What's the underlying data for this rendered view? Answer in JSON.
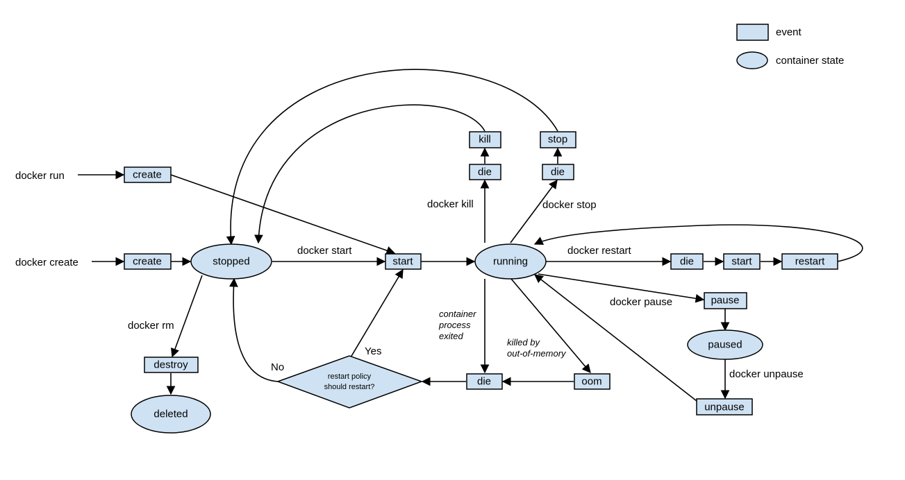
{
  "legend": {
    "event": "event",
    "container_state": "container state"
  },
  "states": {
    "stopped": "stopped",
    "running": "running",
    "paused": "paused",
    "deleted": "deleted"
  },
  "events": {
    "create_run": "create",
    "create_create": "create",
    "start_main": "start",
    "kill": "kill",
    "die_kill": "die",
    "stop": "stop",
    "die_stop": "die",
    "die_restart": "die",
    "start_restart": "start",
    "restart": "restart",
    "pause": "pause",
    "unpause": "unpause",
    "destroy": "destroy",
    "die_exit": "die",
    "oom": "oom"
  },
  "decision": {
    "line1": "restart policy",
    "line2": "should restart?"
  },
  "labels": {
    "docker_run": "docker run",
    "docker_create": "docker create",
    "docker_start": "docker start",
    "docker_kill": "docker kill",
    "docker_stop": "docker stop",
    "docker_restart": "docker restart",
    "docker_pause": "docker pause",
    "docker_unpause": "docker unpause",
    "docker_rm": "docker rm",
    "yes": "Yes",
    "no": "No",
    "container_process_1": "container",
    "container_process_2": "process",
    "container_process_3": "exited",
    "killed_by_1": "killed by",
    "killed_by_2": "out-of-memory"
  }
}
